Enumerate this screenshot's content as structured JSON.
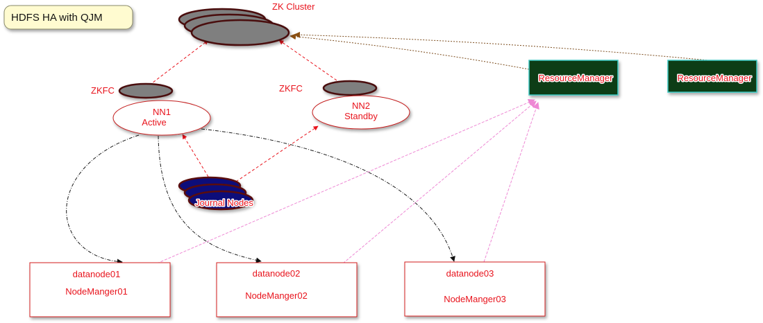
{
  "title": "HDFS HA with QJM",
  "zk_cluster": {
    "label": "ZK Cluster"
  },
  "zkfc": {
    "left": "ZKFC",
    "right": "ZKFC"
  },
  "namenodes": {
    "nn1": {
      "name": "NN1",
      "state": "Active"
    },
    "nn2": {
      "name": "NN2",
      "state": "Standby"
    }
  },
  "journal": {
    "label": "Journal Nodes"
  },
  "resource_managers": [
    "ResourceManager",
    "ResourceManager"
  ],
  "workers": [
    {
      "datanode": "datanode01",
      "nodemanager": "NodeManger01"
    },
    {
      "datanode": "datanode02",
      "nodemanager": "NodeManger02"
    },
    {
      "datanode": "datanode03",
      "nodemanager": "NodeManger03"
    }
  ],
  "colors": {
    "label_red": "#e8131c",
    "zk_fill": "#7f7f7f",
    "zk_stroke": "#4a0a0a",
    "journal_fill": "#0b0b7a",
    "rm_fill": "#0b3d12",
    "rm_border": "#3ec9c4",
    "failover_arrow": "#e8131c",
    "data_arrow": "#1a1a1a",
    "nm_arrow": "#f09ad6",
    "rm_zk_arrow": "#7a4a1a",
    "title_bg": "#fffbd0"
  }
}
